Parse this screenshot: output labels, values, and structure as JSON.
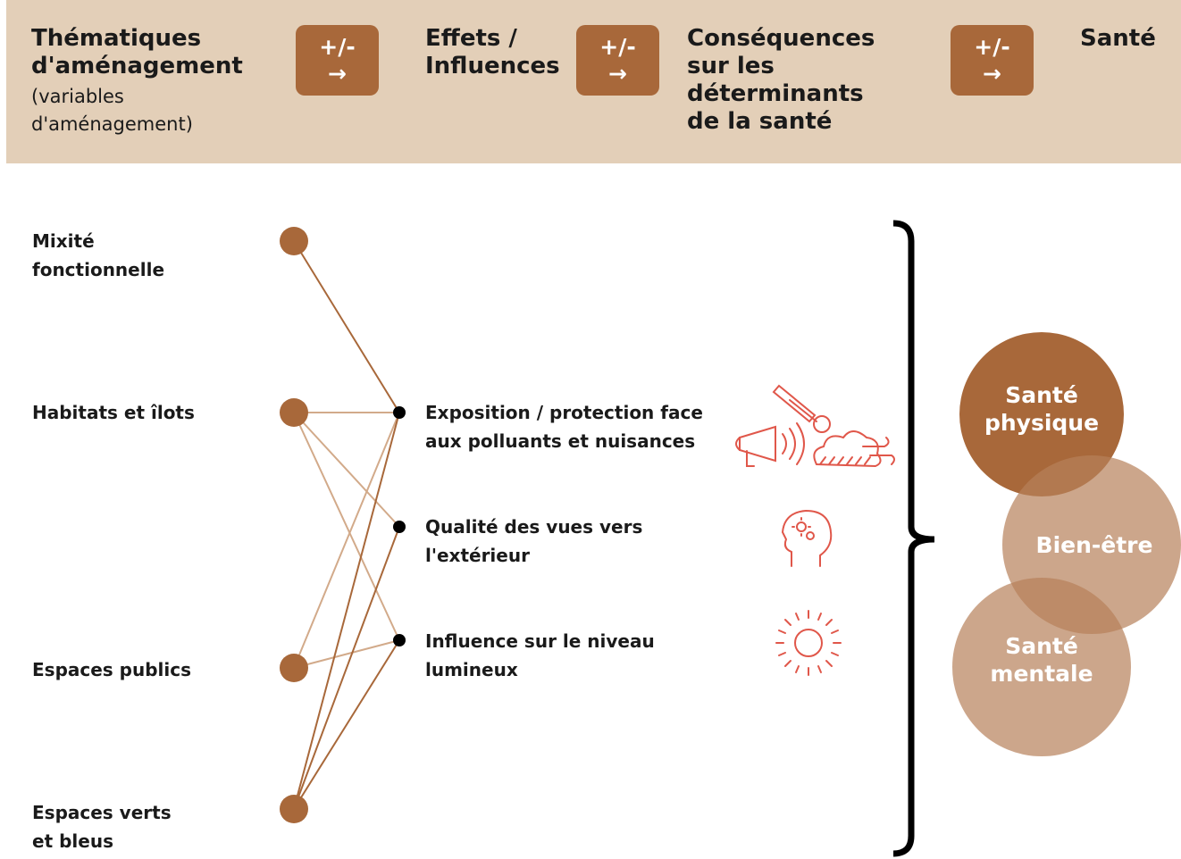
{
  "header": {
    "col1_title": "Thématiques d'aménagement",
    "col1_sub": "(variables d'aménagement)",
    "arrow_label": "+/-",
    "arrow_glyph": "→",
    "col2_title": "Effets / Influences",
    "col3_title": "Conséquences sur les déterminants de la santé",
    "col4_title": "Santé"
  },
  "variables": [
    "Mixité fonctionnelle",
    "Habitats et îlots",
    "Espaces publics",
    "Espaces verts et bleus"
  ],
  "effects": [
    {
      "label": "Exposition / protection face aux polluants et nuisances",
      "icon": "pollution-nuisance-icons"
    },
    {
      "label": "Qualité des vues vers l'extérieur",
      "icon": "head-gears-icon"
    },
    {
      "label": "Influence sur le niveau lumineux",
      "icon": "sun-icon"
    }
  ],
  "health": {
    "physical": "Santé physique",
    "wellbeing": "Bien-être",
    "mental": "Santé mentale"
  },
  "colors": {
    "header_bg": "#e3cfb8",
    "accent": "#a8683a",
    "icon": "#e0574a"
  }
}
